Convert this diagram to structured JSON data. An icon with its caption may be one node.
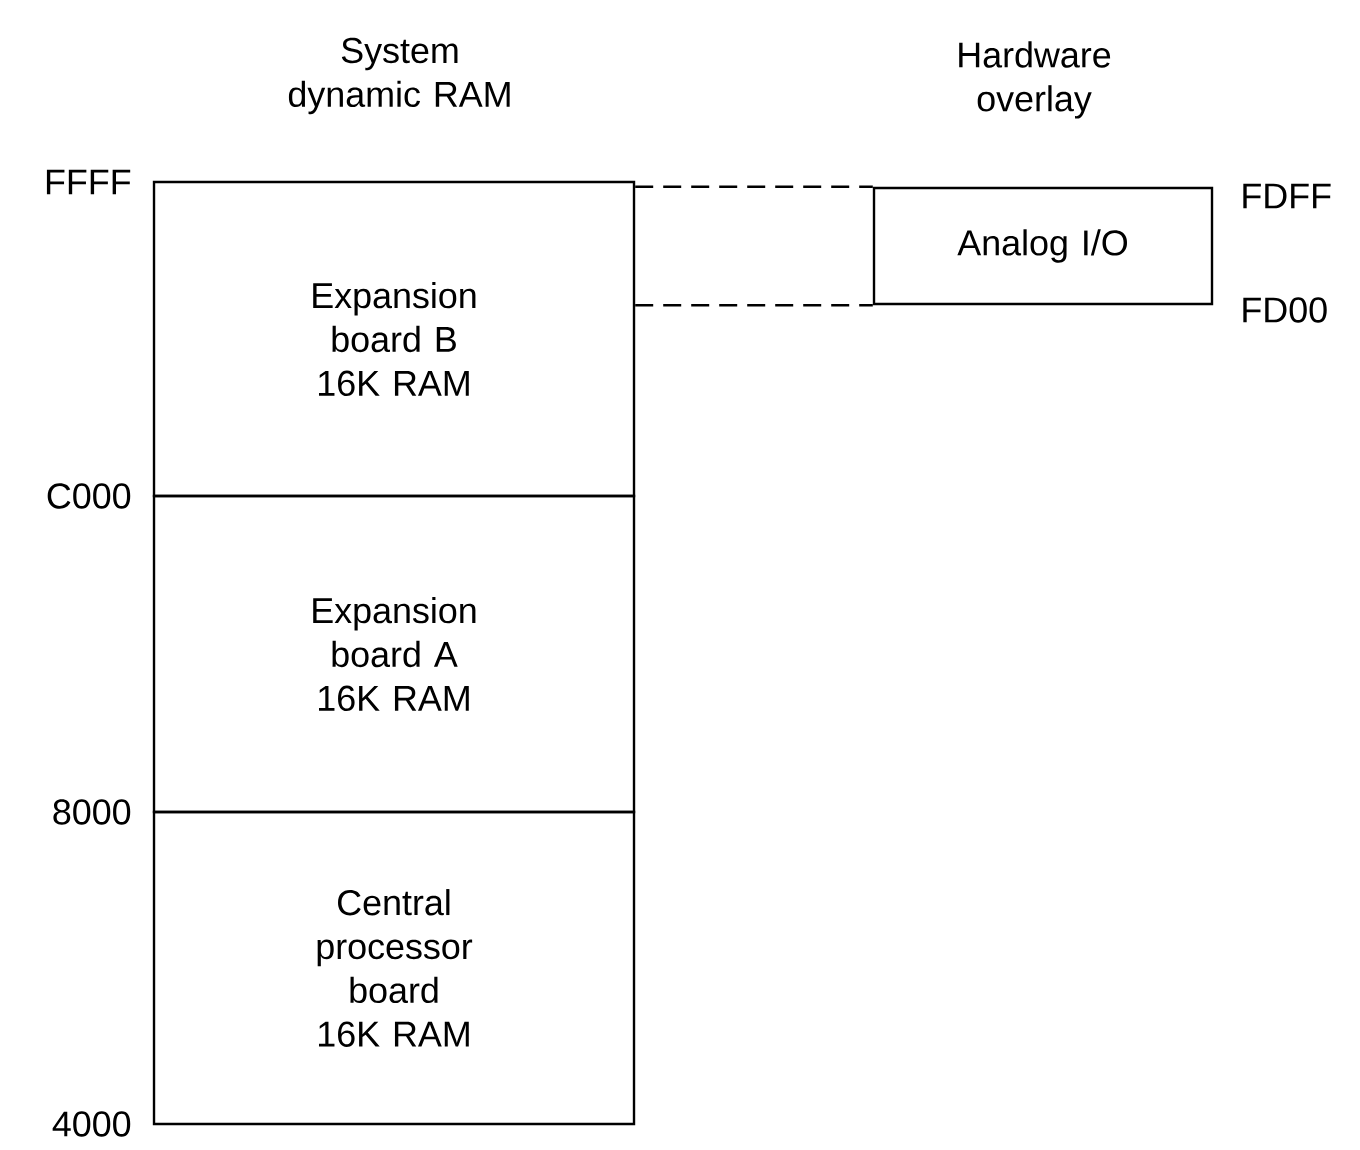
{
  "diagram": {
    "nodes": [
      {
        "text": [
          "Expansion board B 16K RAM"
        ]
      },
      {
        "text": [
          "Expansion board A 16K RAM"
        ]
      },
      {
        "text": [
          "Central processor board 16K RAM"
        ]
      },
      {
        "text": [
          "Analog I/O"
        ]
      }
    ],
    "edges": [
      {
        "from": 0,
        "to": 3,
        "arrow": "none",
        "style": "dashed"
      },
      {
        "from": 0,
        "to": 3,
        "arrow": "none",
        "style": "dashed"
      }
    ],
    "labels": [
      "System dynamic RAM",
      "Hardware overlay",
      "FFFF",
      "FDFF",
      "FD00",
      "C000",
      "8000",
      "4000"
    ]
  }
}
